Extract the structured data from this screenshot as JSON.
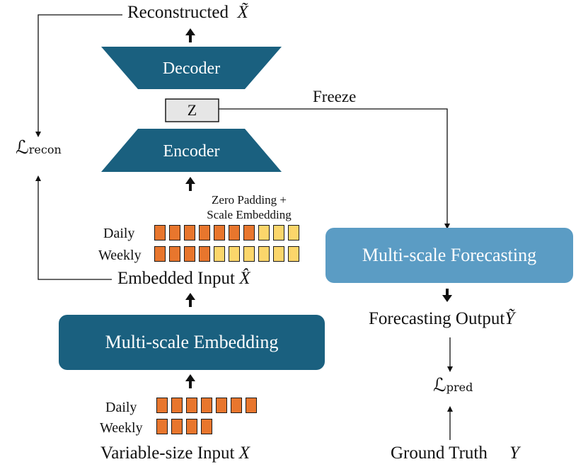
{
  "reconstructed_label": "Reconstructed",
  "reconstructed_symbol": "X̃",
  "decoder_label": "Decoder",
  "latent_label": "Z",
  "freeze_label": "Freeze",
  "encoder_label": "Encoder",
  "recon_loss": {
    "main": "ℒ",
    "sub": "recon"
  },
  "padding_note": [
    "Zero Padding +",
    "Scale Embedding"
  ],
  "embedded_rows": [
    {
      "label": "Daily",
      "cells": [
        "filled",
        "filled",
        "filled",
        "filled",
        "filled",
        "filled",
        "filled",
        "pad",
        "pad",
        "pad"
      ]
    },
    {
      "label": "Weekly",
      "cells": [
        "filled",
        "filled",
        "filled",
        "filled",
        "pad",
        "pad",
        "pad",
        "pad",
        "pad",
        "pad"
      ]
    }
  ],
  "embedded_label": "Embedded Input",
  "embedded_symbol": "X̂",
  "embedding_module": "Multi-scale Embedding",
  "input_rows": [
    {
      "label": "Daily",
      "cells": [
        "filled",
        "filled",
        "filled",
        "filled",
        "filled",
        "filled",
        "filled"
      ]
    },
    {
      "label": "Weekly",
      "cells": [
        "filled",
        "filled",
        "filled",
        "filled"
      ]
    }
  ],
  "input_label": "Variable-size Input",
  "input_symbol": "X",
  "forecasting_module": "Multi-scale Forecasting",
  "forecast_label": "Forecasting Output",
  "forecast_symbol": "Ỹ",
  "pred_loss": {
    "main": "ℒ",
    "sub": "pred"
  },
  "ground_truth_label": "Ground Truth",
  "ground_truth_symbol": "Y",
  "colors": {
    "dark_teal": "#1a607f",
    "light_blue": "#5b9cc4",
    "latent_fill": "#e6e6e6",
    "filled_cell": "#e8762d",
    "pad_cell": "#fbd66b"
  }
}
